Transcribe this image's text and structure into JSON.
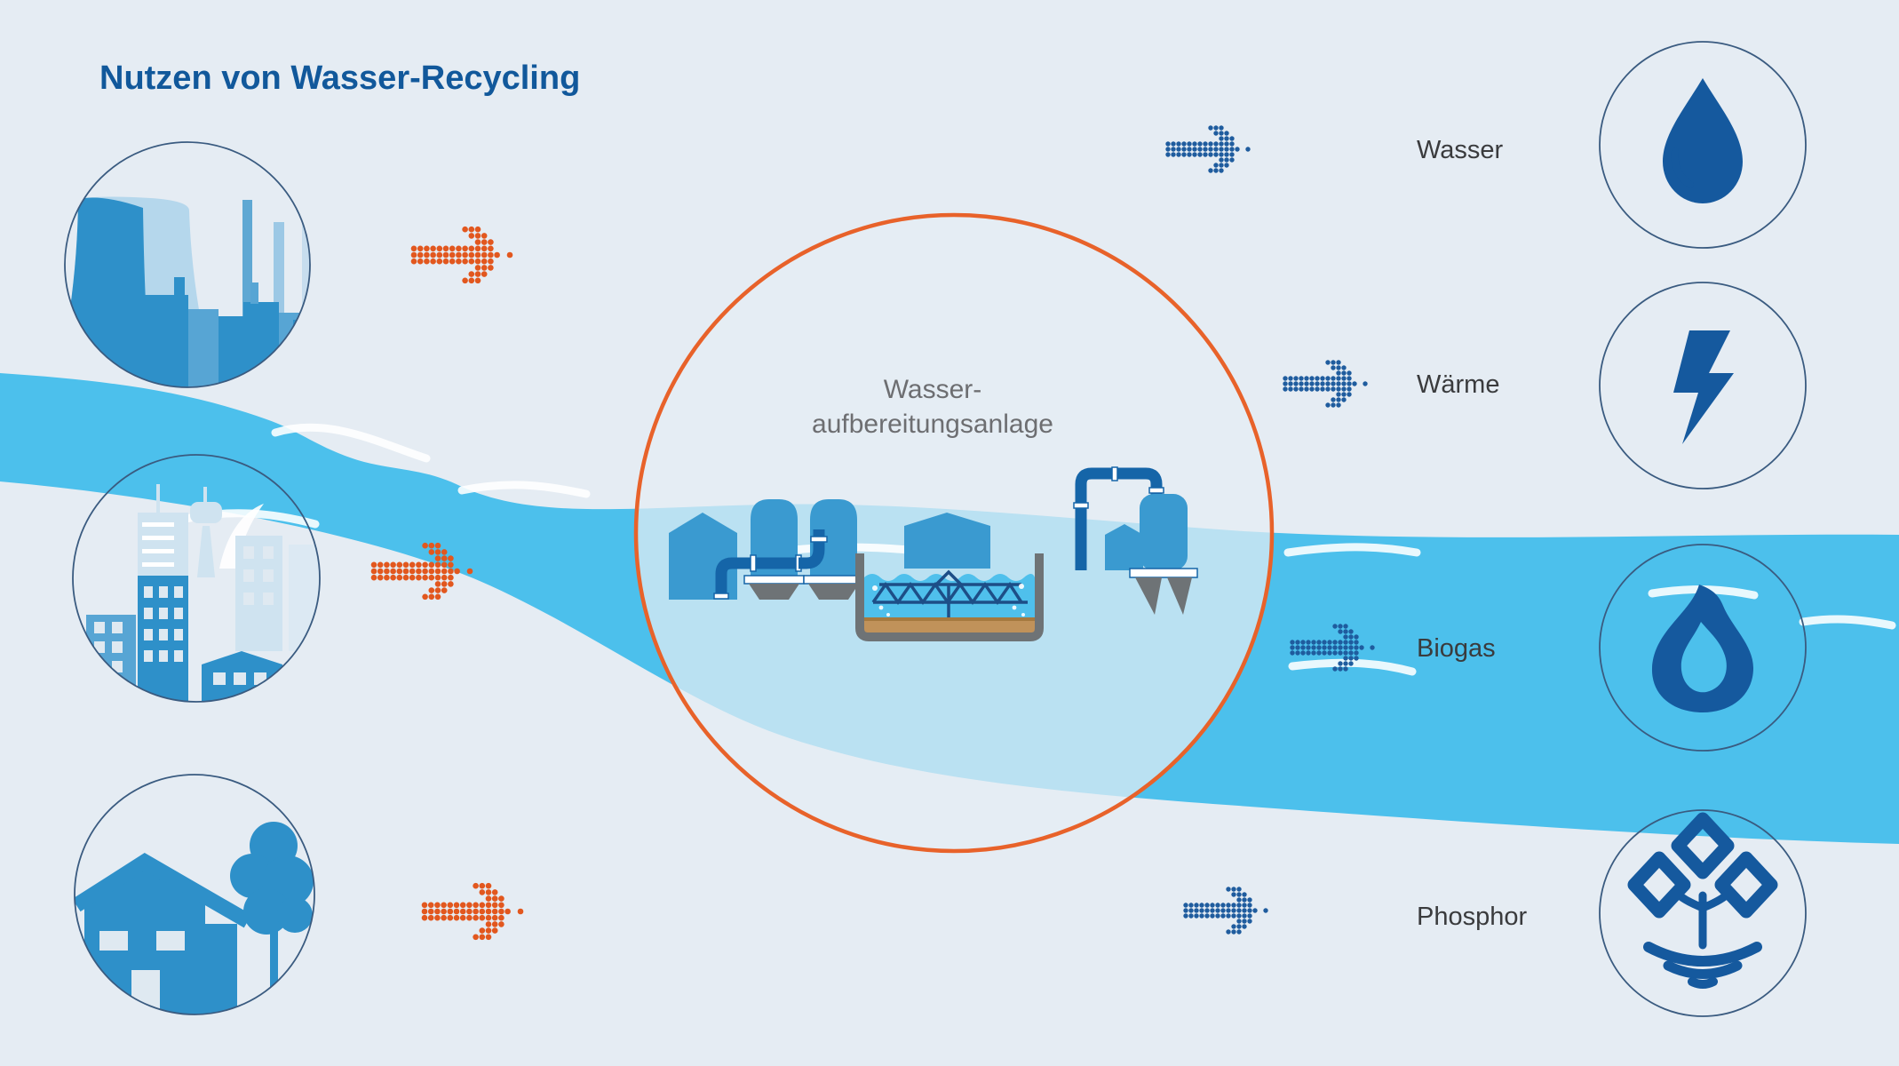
{
  "title": "Nutzen von Wasser-Recycling",
  "plant": {
    "label_line1": "Wasser-",
    "label_line2": "aufbereitungsanlage"
  },
  "sources": [
    {
      "id": "industry",
      "icon": "factory-icon"
    },
    {
      "id": "city",
      "icon": "city-icon"
    },
    {
      "id": "household",
      "icon": "house-icon"
    }
  ],
  "outputs": [
    {
      "label": "Wasser",
      "icon": "water-drop-icon"
    },
    {
      "label": "Wärme",
      "icon": "lightning-icon"
    },
    {
      "label": "Biogas",
      "icon": "flame-icon"
    },
    {
      "label": "Phosphor",
      "icon": "plant-icon"
    }
  ],
  "icons": {
    "dotted_arrow_pattern": [
      "........xxx.....",
      ".........xxx....",
      "..........xxx...",
      "xxxxxxxxxxxxx...",
      "xxxxxxxxxxxxxx.x",
      "xxxxxxxxxxxxx...",
      "..........xxx...",
      ".........xxx....",
      "........xxx....."
    ]
  },
  "colors": {
    "background": "#e5ecf3",
    "river": "#4cc0ec",
    "ring_inner": "rgba(229,237,244,0.72)",
    "ring_orange": "#e8622a",
    "accent_orange": "#e2571e",
    "arrow_blue": "#1f5c9e",
    "icon_blue": "#15599e",
    "title_blue": "#11589b",
    "label_grey": "#3a3b3d",
    "plant_label_grey": "#6d6e71",
    "illustration_blue": "#2e90c9",
    "tank_blue": "#3a9ad0",
    "pipe_blue": "#1565a8",
    "basin_grey": "#6e7376",
    "sand": "#c0925a",
    "circle_outline": "#3a5b80"
  }
}
